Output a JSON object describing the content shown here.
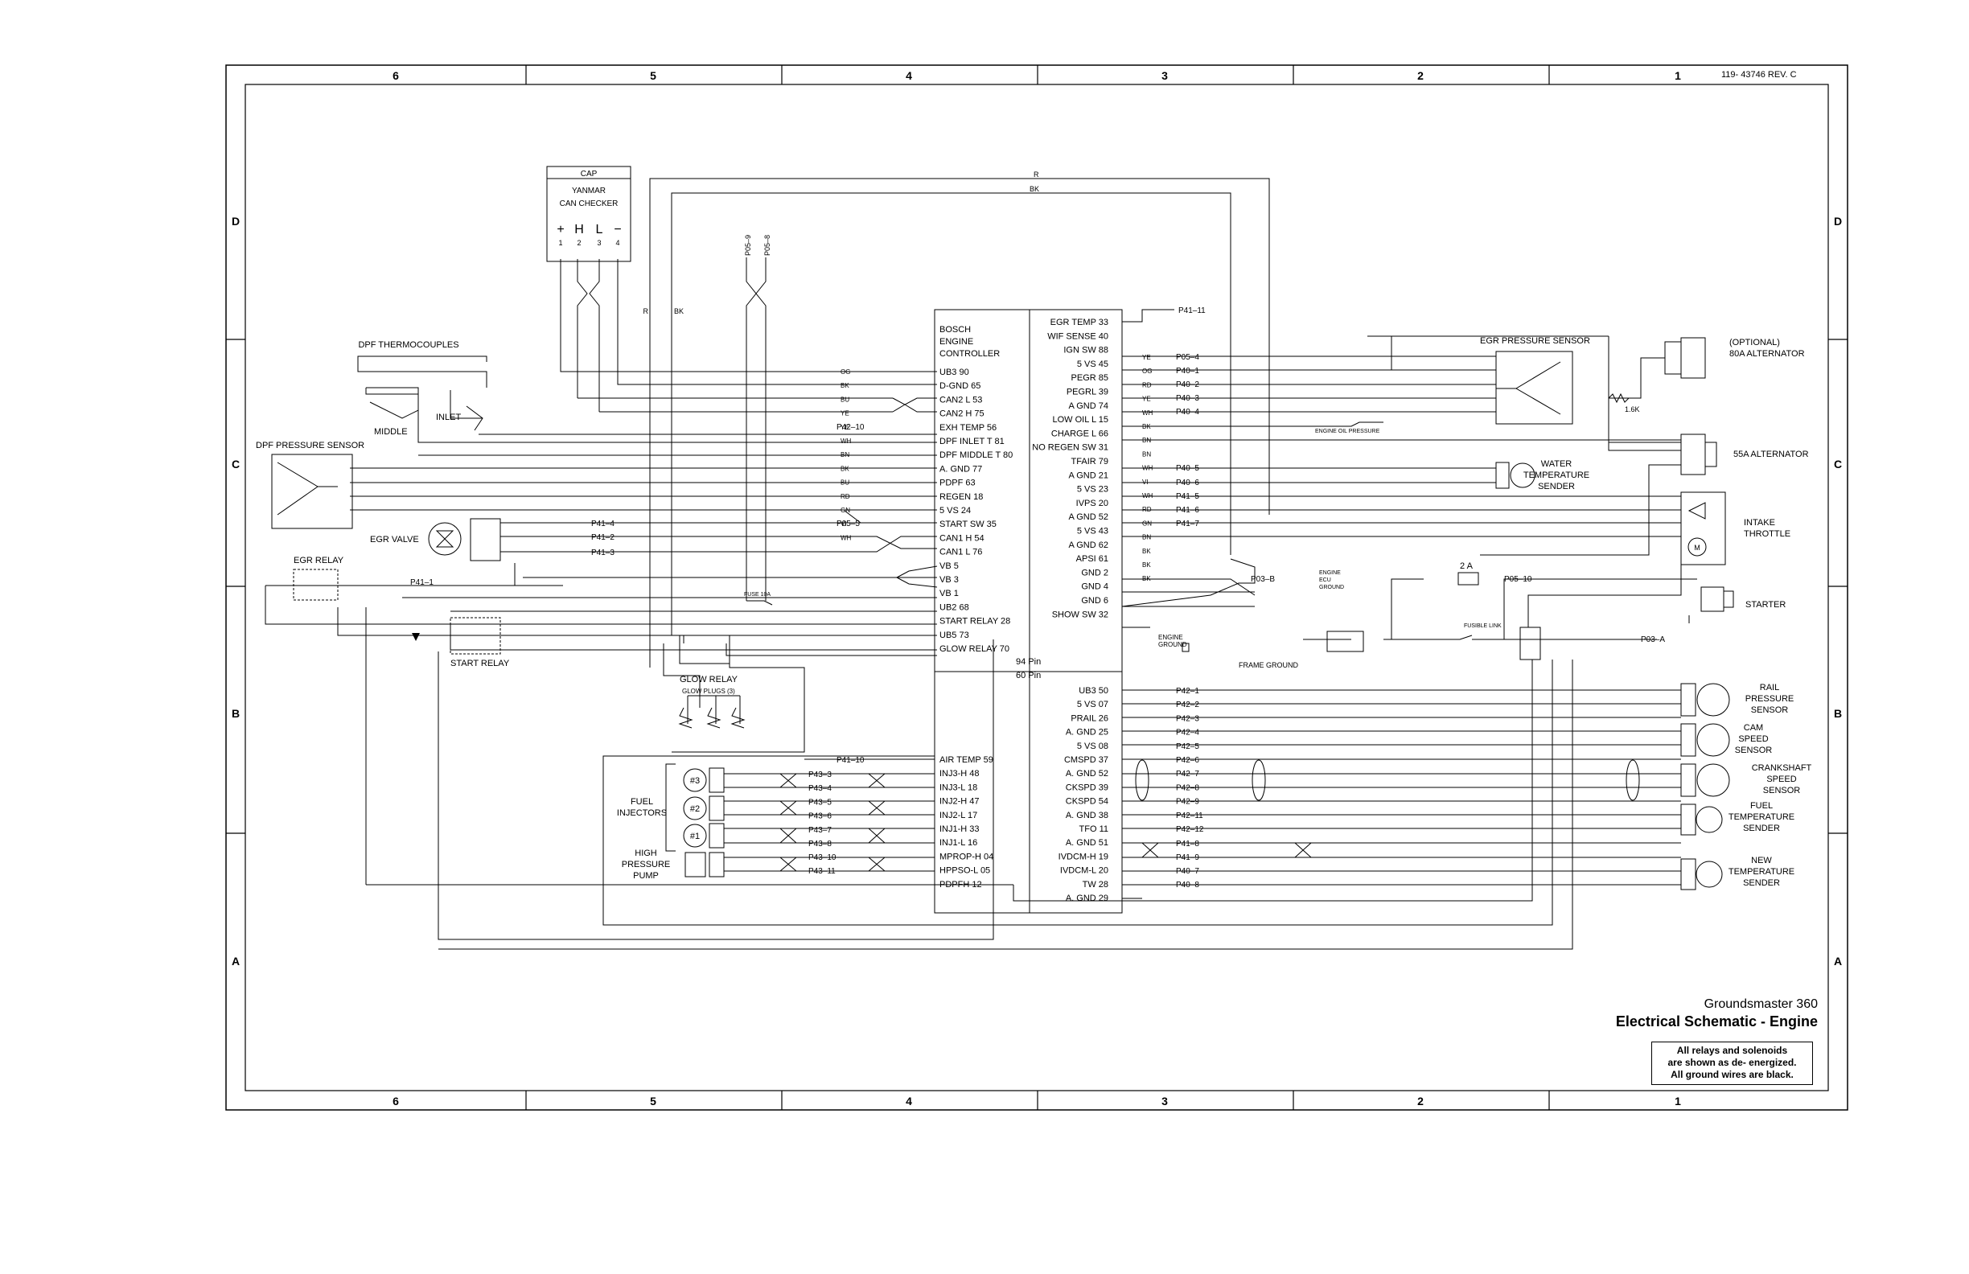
{
  "document": {
    "id": "119- 43746 REV. C",
    "product": "Groundsmaster 360",
    "title": "Electrical Schematic - Engine",
    "notes": [
      "All relays and solenoids",
      "are shown as de- energized.",
      "All ground wires are black."
    ]
  },
  "border": {
    "columns": [
      "6",
      "5",
      "4",
      "3",
      "2",
      "1"
    ],
    "rows": [
      "D",
      "C",
      "B",
      "A"
    ]
  },
  "ecu": {
    "name": [
      "BOSCH",
      "ENGINE",
      "CONTROLLER"
    ],
    "pin94": "94 Pin",
    "pin60": "60 Pin",
    "left_pins": [
      "UB3  90",
      "D-GND  65",
      "CAN2 L  53",
      "CAN2 H  75",
      "EXH TEMP  56",
      "DPF INLET T  81",
      "DPF MIDDLE T  80",
      "A. GND  77",
      "PDPF  63",
      "REGEN  18",
      "5 VS  24",
      "START SW  35",
      "CAN1 H  54",
      "CAN1 L  76",
      "VB  5",
      "VB  3",
      "VB  1",
      "UB2  68",
      "START RELAY  28",
      "UB5  73",
      "GLOW RELAY 70"
    ],
    "right_pins": [
      "EGR TEMP  33",
      "WIF SENSE  40",
      "IGN SW  88",
      "5 VS  45",
      "PEGR  85",
      "PEGRL  39",
      "A GND  74",
      "LOW OIL L  15",
      "CHARGE L  66",
      "NO REGEN SW 31",
      "TFAIR  79",
      "A GND  21",
      "5 VS  23",
      "IVPS  20",
      "A GND  52",
      "5 VS  43",
      "A GND  62",
      "APSI  61",
      "GND  2",
      "GND  4",
      "GND  6",
      "SHOW SW 32"
    ],
    "lower_left_pins": [
      "AIR TEMP  59",
      "INJ3-H  48",
      "INJ3-L  18",
      "INJ2-H  47",
      "INJ2-L  17",
      "INJ1-H  33",
      "INJ1-L  16",
      "MPROP-H 04",
      "HPPSO-L 05",
      "PDPFH  12"
    ],
    "lower_right_pins": [
      "UB3  50",
      "5 VS  07",
      "PRAIL  26",
      "A. GND  25",
      "5 VS  08",
      "CMSPD  37",
      "A. GND  52",
      "CKSPD  39",
      "CKSPD  54",
      "A. GND  38",
      "TFO  11",
      "A. GND  51",
      "IVDCM-H 19",
      "IVDCM-L 20",
      "TW  28",
      "A. GND  29"
    ]
  },
  "components": {
    "can_checker": {
      "cap": "CAP",
      "name": [
        "YANMAR",
        "CAN CHECKER"
      ],
      "symbols": [
        "+",
        "H",
        "L",
        "−"
      ],
      "pins": [
        "1",
        "2",
        "3",
        "4"
      ]
    },
    "dpf_thermocouples": "DPF THERMOCOUPLES",
    "middle": "MIDDLE",
    "inlet": "INLET",
    "dpf_pressure_sensor": "DPF PRESSURE SENSOR",
    "egr_valve": "EGR VALVE",
    "egr_relay": "EGR RELAY",
    "start_relay": "START RELAY",
    "glow_relay": "GLOW RELAY",
    "glow_plugs": "GLOW PLUGS (3)",
    "fuel_injectors": [
      "FUEL",
      "INJECTORS"
    ],
    "injector_ids": [
      "#3",
      "#2",
      "#1"
    ],
    "high_pressure_pump": [
      "HIGH",
      "PRESSURE",
      "PUMP"
    ],
    "egr_pressure_sensor": "EGR PRESSURE SENSOR",
    "optional_alternator": [
      "(OPTIONAL)",
      "80A ALTERNATOR"
    ],
    "alternator_55": "55A ALTERNATOR",
    "water_temp_sender": [
      "WATER",
      "TEMPERATURE",
      "SENDER"
    ],
    "intake_throttle": [
      "INTAKE",
      "THROTTLE"
    ],
    "starter": "STARTER",
    "rail_pressure_sensor": [
      "RAIL",
      "PRESSURE",
      "SENSOR"
    ],
    "cam_speed_sensor": [
      "CAM",
      "SPEED",
      "SENSOR"
    ],
    "crankshaft_speed_sensor": [
      "CRANKSHAFT",
      "SPEED",
      "SENSOR"
    ],
    "fuel_temp_sender": [
      "FUEL",
      "TEMPERATURE",
      "SENDER"
    ],
    "new_temp_sender": [
      "NEW",
      "TEMPERATURE",
      "SENDER"
    ],
    "engine_ground": [
      "ENGINE",
      "GROUND"
    ],
    "frame_ground": "FRAME GROUND",
    "engine_ecu_ground": [
      "ENGINE",
      "ECU",
      "GROUND"
    ],
    "fuse_2a": "2 A",
    "fusible_link": "FUSIBLE LINK",
    "fuse_10a": "FUSE 10A",
    "oil_pressure": "ENGINE OIL PRESSURE",
    "resistor_value": "1.6K"
  },
  "connectors": {
    "p41_11": "P41–11",
    "p05_4": "P05–4",
    "p40": [
      "P40–2",
      "P40–3",
      "P40–4",
      "P40–5",
      "P40–6"
    ],
    "p40_1": "P40–1",
    "p41_5": "P41–5",
    "p41_6": "P41–6",
    "p41_7": "P41–7",
    "p42_10": "P42–10",
    "p05_5": "P05–5",
    "p41_4": "P41–4",
    "p41_2": "P41–2",
    "p41_3": "P41–3",
    "p41_1": "P41–1",
    "p03_b": "P03–B",
    "p05_10": "P05–10",
    "p03_a": "P03–A",
    "p05_9": "P05–9",
    "p05_8": "P05–8",
    "p41_10": "P41–10",
    "p43": [
      "P43–3",
      "P43–4",
      "P43–5",
      "P43–6",
      "P43–7",
      "P43–8",
      "P43–10",
      "P43–11"
    ],
    "p42": [
      "P42–1",
      "P42–2",
      "P42–3",
      "P42–4",
      "P42–5",
      "P42–6",
      "P42–7",
      "P42–8",
      "P42–9",
      "P42–11",
      "P42–12"
    ],
    "p41_lower": [
      "P41–8",
      "P41–9"
    ],
    "p40_lower": [
      "P40–7",
      "P40–8"
    ]
  },
  "wire_colors": {
    "top_r": "R",
    "top_bk": "BK",
    "left": [
      "OG",
      "BK",
      "BU",
      "YE",
      "YE",
      "WH",
      "BN",
      "BK",
      "BU",
      "RD",
      "GN",
      "VI",
      "WH"
    ],
    "right": [
      "YE",
      "OG",
      "RD",
      "YE",
      "WH",
      "BK",
      "BN",
      "BN",
      "WH",
      "VI",
      "WH",
      "RD",
      "GN",
      "BN",
      "BK",
      "BK",
      "BK"
    ]
  }
}
